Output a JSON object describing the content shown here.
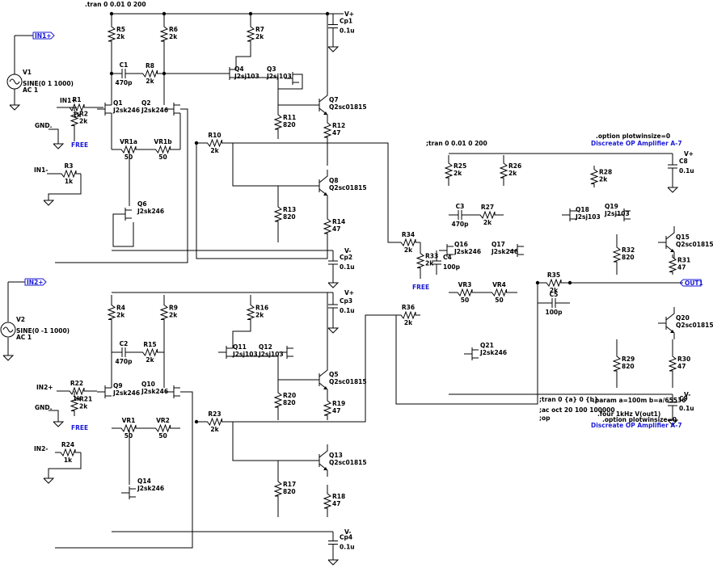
{
  "directives": {
    "tran_top": ".tran 0 0.01 0 200",
    "tran_mid": ";tran 0 0.01 0 200",
    "option1": ".option plotwinsize=0",
    "title1": "Discreate OP Amplifier A-7",
    "tran2": ";tran 0 {a} 0 {b}",
    "ac": ";ac oct 20 100 100000",
    "op": ";op",
    "param": ".param a=100m b=a/65536",
    "four": ".four 1kHz V(out1)",
    "option2": ".option plotwinsize=0",
    "title2": "Discreate OP Amplifier A-7"
  },
  "nets": {
    "vplus": "V+",
    "vminus": "V-",
    "in1p": "IN1+",
    "in2p": "IN2+",
    "in1p_tag": "IN1+",
    "in2p_tag": "IN2+",
    "in1m": "IN1-",
    "in2m": "IN2-",
    "gnd": "GND.",
    "free": "FREE",
    "out1": "OUT1"
  },
  "sources": {
    "v1": {
      "name": "V1",
      "spec": "SINE(0 1 1000)",
      "ac": "AC 1"
    },
    "v2": {
      "name": "V2",
      "spec": "SINE(0 -1 1000)",
      "ac": "AC 1"
    }
  },
  "parts": {
    "R5": "R5",
    "R5v": "2k",
    "R6": "R6",
    "R6v": "2k",
    "R7": "R7",
    "R7v": "2k",
    "C1": "C1",
    "C1v": "470p",
    "R8": "R8",
    "R8v": "2k",
    "Cp1": "Cp1",
    "Cp1v": "0.1u",
    "Q4": "Q4",
    "Q4t": "J2sj103",
    "Q3": "Q3",
    "Q3t": "J2sj103",
    "Q7": "Q7",
    "Q7t": "Q2sc01815",
    "R1": "R1",
    "R1v": "1k",
    "R2": "R2",
    "R2v": "2k",
    "Q1": "Q1",
    "Q1t": "J2sk246",
    "Q2": "Q2",
    "Q2t": "J2sk246",
    "R11": "R11",
    "R11v": "820",
    "R12": "R12",
    "R12v": "47",
    "R10": "R10",
    "R10v": "2k",
    "VR1a": "VR1a",
    "VR1av": "50",
    "VR1b": "VR1b",
    "VR1bv": "50",
    "R3": "R3",
    "R3v": "1k",
    "Q8": "Q8",
    "Q8t": "Q2sc01815",
    "Q6": "Q6",
    "Q6t": "J2sk246",
    "R13": "R13",
    "R13v": "820",
    "R14": "R14",
    "R14v": "47",
    "Cp2": "Cp2",
    "Cp2v": "0.1u",
    "R4": "R4",
    "R4v": "2k",
    "R9": "R9",
    "R9v": "2k",
    "R16": "R16",
    "R16v": "2k",
    "Cp3": "Cp3",
    "Cp3v": "0.1u",
    "C2": "C2",
    "C2v": "470p",
    "R15": "R15",
    "R15v": "2k",
    "Q11": "Q11",
    "Q11t": "J2sj103",
    "Q12": "Q12",
    "Q12t": "J2sj103",
    "Q5": "Q5",
    "Q5t": "Q2sc01815",
    "R22": "R22",
    "R22v": "1k",
    "R21": "R21",
    "R21v": "2k",
    "Q9": "Q9",
    "Q9t": "J2sk246",
    "Q10": "Q10",
    "Q10t": "J2sk246",
    "R20": "R20",
    "R20v": "820",
    "R19": "R19",
    "R19v": "47",
    "VR1": "VR1",
    "VR1v": "50",
    "VR2": "VR2",
    "VR2v": "50",
    "R23": "R23",
    "R23v": "2k",
    "R24": "R24",
    "R24v": "1k",
    "Q13": "Q13",
    "Q13t": "Q2sc01815",
    "Q14": "Q14",
    "Q14t": "J2sk246",
    "R17": "R17",
    "R17v": "820",
    "R18": "R18",
    "R18v": "47",
    "Cp4": "Cp4",
    "Cp4v": "0.1u",
    "R25": "R25",
    "R25v": "2k",
    "R26": "R26",
    "R26v": "2k",
    "R28": "R28",
    "R28v": "2k",
    "C8": "C8",
    "C8v": "0.1u",
    "C3": "C3",
    "C3v": "470p",
    "R27": "R27",
    "R27v": "2k",
    "Q18": "Q18",
    "Q18t": "J2sj103",
    "Q19": "Q19",
    "Q19t": "J2sj103",
    "Q15": "Q15",
    "Q15t": "Q2sc01815",
    "R34": "R34",
    "R34v": "2k",
    "R33": "R33",
    "R33v": "2k",
    "C4": "C4",
    "C4v": "100p",
    "Q16": "Q16",
    "Q16t": "J2sk246",
    "Q17": "Q17",
    "Q17t": "J2sk246",
    "R32": "R32",
    "R32v": "820",
    "R31": "R31",
    "R31v": "47",
    "VR3": "VR3",
    "VR3v": "50",
    "VR4": "VR4",
    "VR4v": "50",
    "R35": "R35",
    "R35v": "2k",
    "C5": "C5",
    "C5v": "100p",
    "R36": "R36",
    "R36v": "2k",
    "Q20": "Q20",
    "Q20t": "Q2sc01815",
    "Q21": "Q21",
    "Q21t": "J2sk246",
    "R29": "R29",
    "R29v": "820",
    "R30": "R30",
    "R30v": "47",
    "C9": "C9",
    "C9v": "0.1u"
  }
}
